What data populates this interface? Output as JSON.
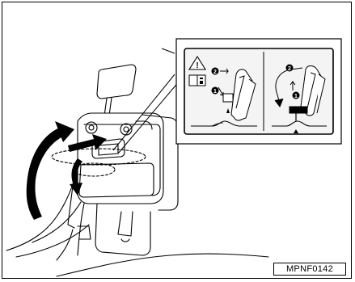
{
  "figure": {
    "code": "MPNF0142",
    "inset_left": {
      "warning_glyph": "!",
      "step_markers": [
        "2",
        "1"
      ]
    },
    "inset_right": {
      "step_markers": [
        "2",
        "1"
      ]
    }
  },
  "icons": {
    "warning": "warning-triangle-icon",
    "manual": "owners-manual-icon",
    "tilt_arrow": "tilt-arrow-icon",
    "fold_arrow": "fold-arrow-icon"
  },
  "colors": {
    "line": "#000000",
    "background": "#ffffff",
    "inset_fill": "#f4f4f4"
  }
}
